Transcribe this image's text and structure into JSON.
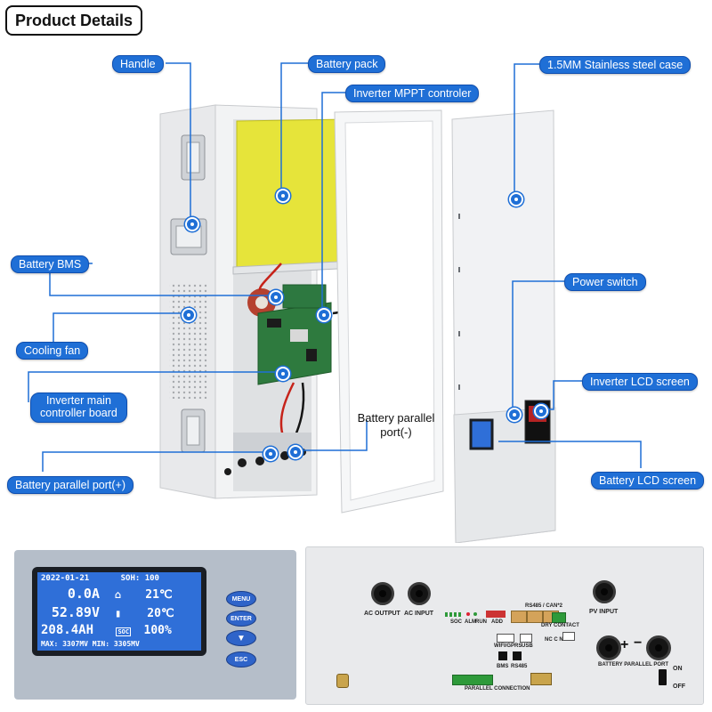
{
  "header": {
    "title": "Product Details"
  },
  "callouts": {
    "handle": "Handle",
    "battery_pack": "Battery pack",
    "inverter_mppt": "Inverter MPPT controler",
    "stainless_case": "1.5MM Stainless steel case",
    "battery_bms": "Battery BMS",
    "power_switch": "Power switch",
    "cooling_fan": "Cooling fan",
    "inverter_lcd": "Inverter LCD screen",
    "inverter_main_board_line1": "Inverter main",
    "inverter_main_board_line2": "controller board",
    "battery_parallel_neg_line1": "Battery parallel",
    "battery_parallel_neg_line2": "port(-)",
    "battery_lcd": "Battery LCD screen",
    "battery_parallel_pos": "Battery parallel port(+)"
  },
  "lcd": {
    "date": "2022-01-21",
    "soh": "SOH: 100",
    "current": "0.0A",
    "temp1": "21℃",
    "voltage": "52.89V",
    "temp2": "20℃",
    "capacity": "208.4AH",
    "soc_label": "SOC",
    "soc_value": "100%",
    "minmax": "MAX: 3307MV  MIN: 3305MV",
    "buttons": {
      "menu": "MENU",
      "enter": "ENTER",
      "esc": "ESC"
    }
  },
  "ports": {
    "ac_output": "AC OUTPUT",
    "ac_input": "AC INPUT",
    "pv_input": "PV INPUT",
    "soc": "SOC",
    "alm": "ALM",
    "run": "RUN",
    "add": "ADD",
    "rs485_can": "RS485 / CAN*2",
    "dry_contact": "DRY CONTACT",
    "wifi_gprs": "WIFI/GPRS",
    "usb": "USB",
    "nc_c_no": "NC C NO",
    "bms": "BMS",
    "rs485": "RS485",
    "parallel_connection": "PARALLEL CONNECTION",
    "battery_parallel_port": "BATTERY PARALLEL PORT",
    "plus": "+",
    "minus": "−",
    "on": "ON",
    "off": "OFF"
  },
  "colors": {
    "callout_blue": "#1f6fd6",
    "lcd_blue": "#2f6fd8",
    "battery_yellow": "#e6e43a"
  }
}
